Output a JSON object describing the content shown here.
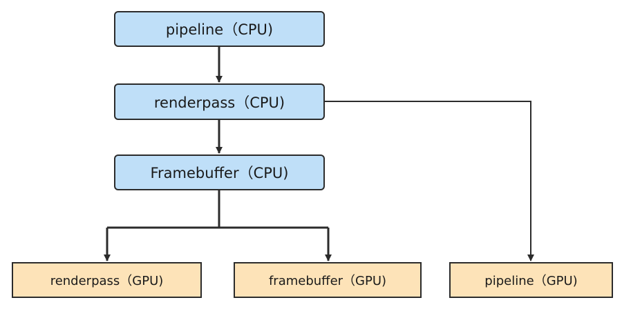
{
  "diagram": {
    "nodes": {
      "pipeline_cpu": "pipeline（CPU)",
      "renderpass_cpu": "renderpass（CPU)",
      "framebuffer_cpu": "Framebuffer（CPU)",
      "renderpass_gpu": "renderpass（GPU)",
      "framebuffer_gpu": "framebuffer（GPU)",
      "pipeline_gpu": "pipeline（GPU)"
    },
    "edges": [
      {
        "from": "pipeline_cpu",
        "to": "renderpass_cpu"
      },
      {
        "from": "renderpass_cpu",
        "to": "framebuffer_cpu"
      },
      {
        "from": "framebuffer_cpu",
        "to": "renderpass_gpu"
      },
      {
        "from": "framebuffer_cpu",
        "to": "framebuffer_gpu"
      },
      {
        "from": "renderpass_cpu",
        "to": "pipeline_gpu"
      }
    ],
    "colors": {
      "cpu_fill": "#bfdff8",
      "gpu_fill": "#fde3b8",
      "stroke": "#2b2b2b"
    }
  }
}
